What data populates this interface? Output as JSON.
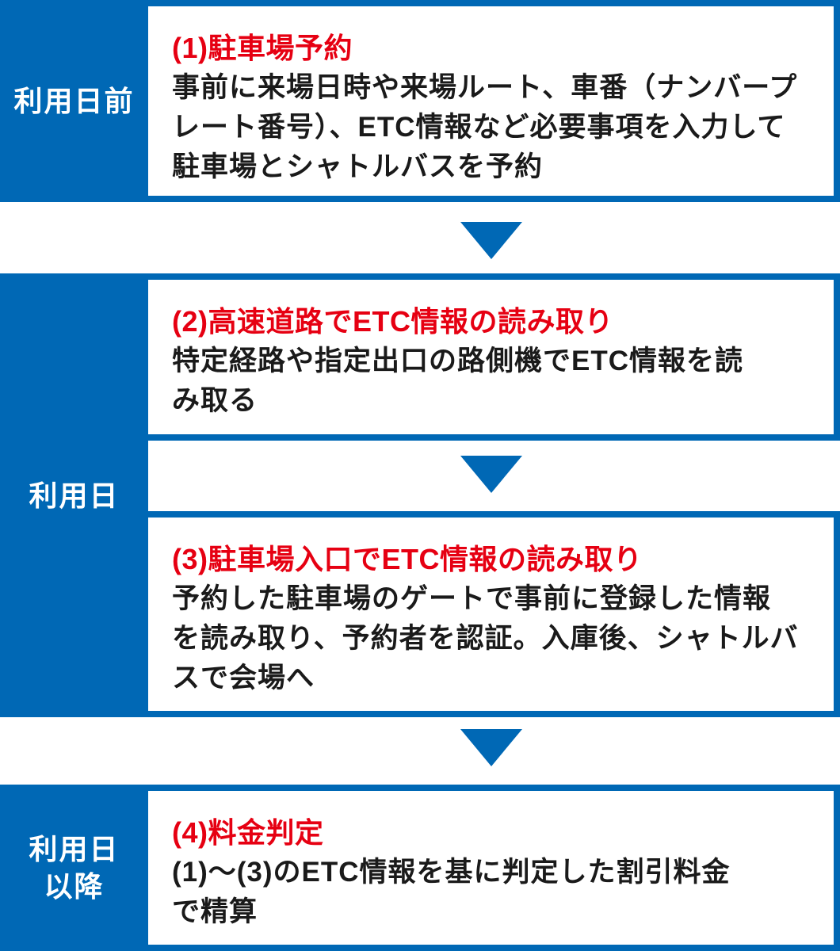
{
  "colors": {
    "section_blue": "#0068b5",
    "heading_red": "#e60012",
    "body_text": "#1a1a1a",
    "box_background": "#ffffff"
  },
  "sections": [
    {
      "id": "before-use-day",
      "label_lines": [
        "利用日前"
      ],
      "boxes": [
        {
          "heading": "(1)駐車場予約",
          "body_lines": [
            "事前に来場日時や来場ルート、車番（ナンバープ",
            "レート番号）、ETC情報など必要事項を入力して",
            "駐車場とシャトルバスを予約"
          ]
        }
      ]
    },
    {
      "id": "use-day",
      "label_lines": [
        "利用日"
      ],
      "boxes": [
        {
          "heading": "(2)高速道路でETC情報の読み取り",
          "body_lines": [
            "特定経路や指定出口の路側機でETC情報を読",
            "み取る"
          ]
        },
        {
          "heading": "(3)駐車場入口でETC情報の読み取り",
          "body_lines": [
            "予約した駐車場のゲートで事前に登録した情報",
            "を読み取り、予約者を認証。入庫後、シャトルバ",
            "スで会場へ"
          ]
        }
      ]
    },
    {
      "id": "after-use-day",
      "label_lines": [
        "利用日",
        "以降"
      ],
      "boxes": [
        {
          "heading": "(4)料金判定",
          "body_lines": [
            "(1)～(3)のETC情報を基に判定した割引料金",
            "で精算"
          ]
        }
      ]
    }
  ]
}
